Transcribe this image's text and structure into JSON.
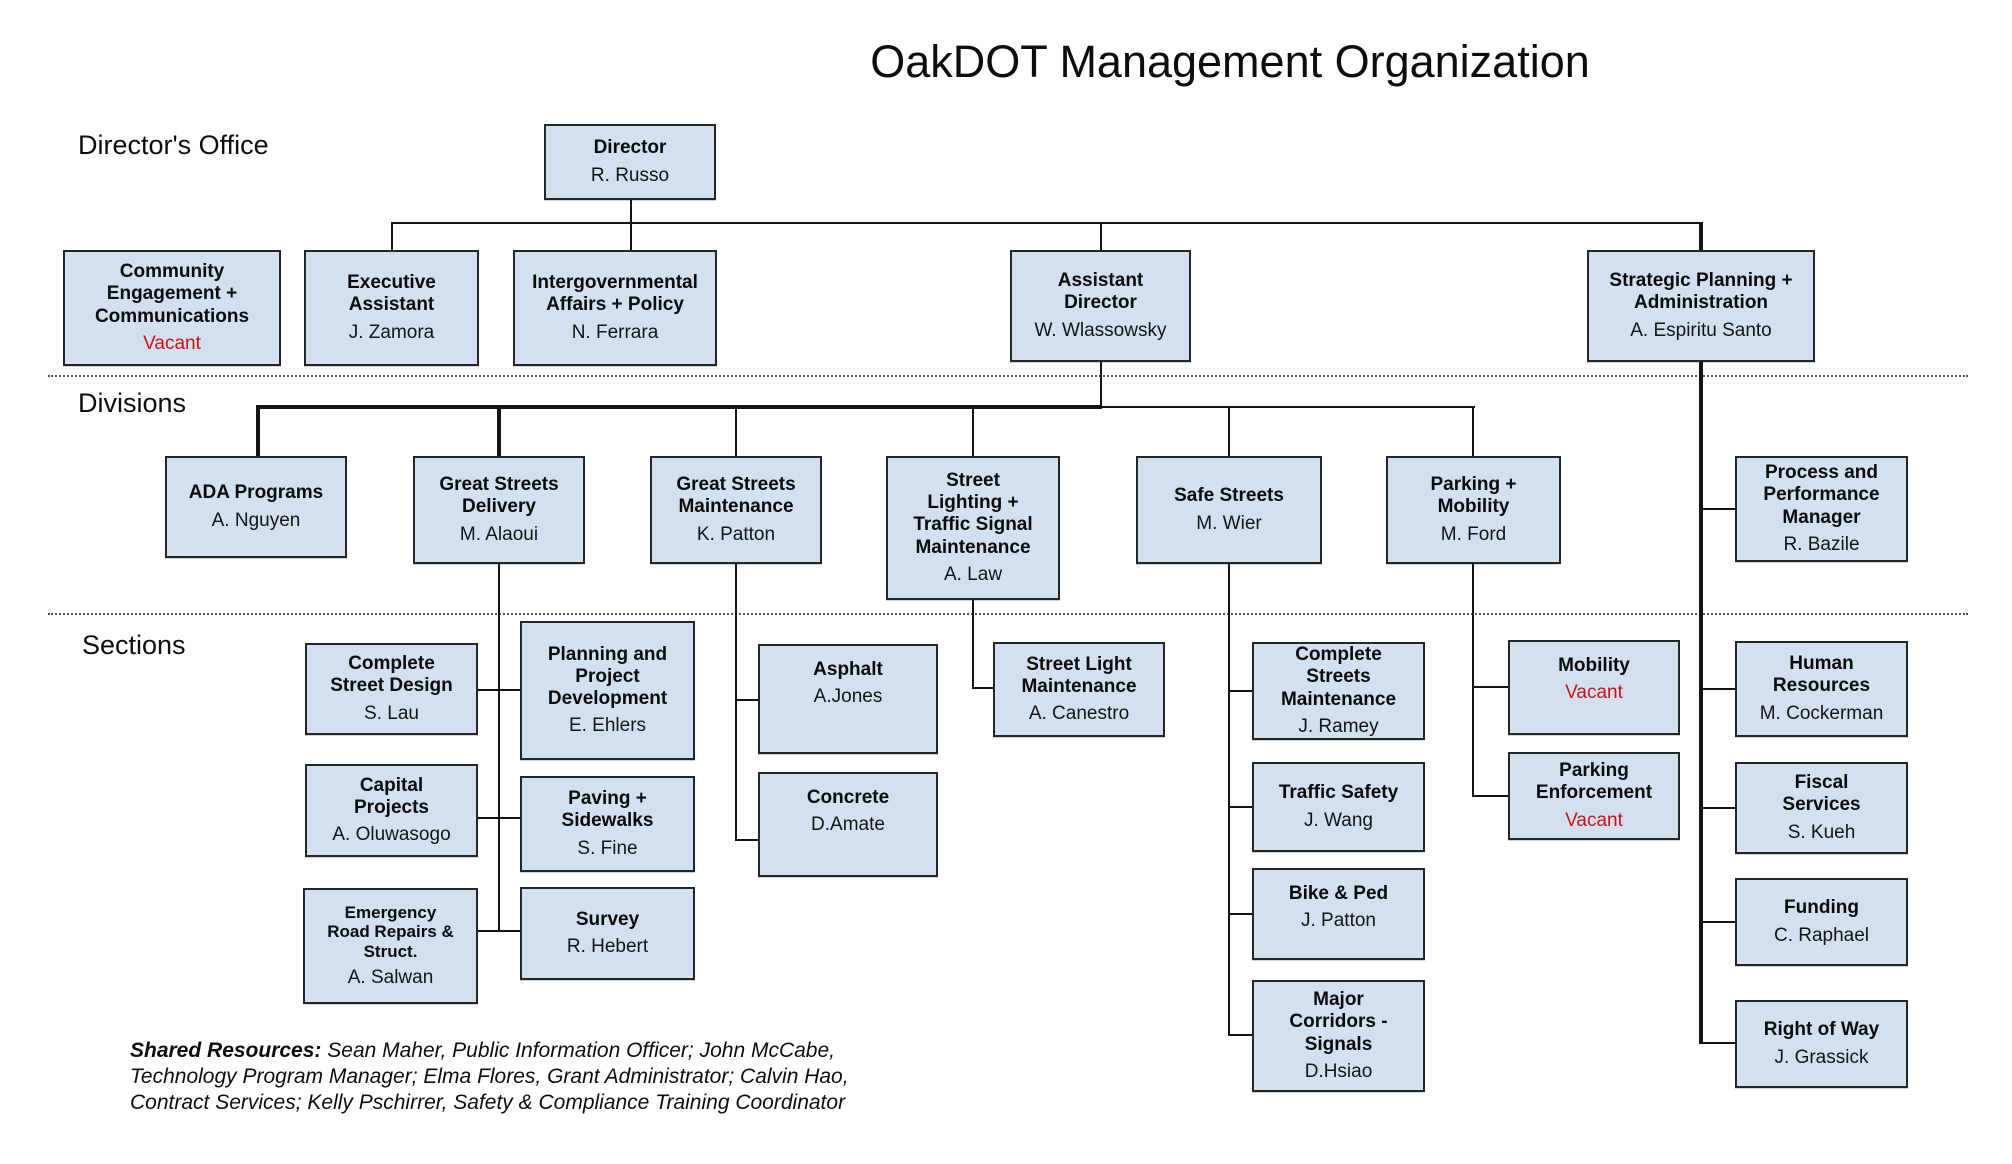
{
  "title": "OakDOT Management Organization",
  "zone_labels": {
    "directors_office": "Director's Office",
    "divisions": "Divisions",
    "sections": "Sections"
  },
  "colors": {
    "box_fill": "#d3e0f0",
    "box_border": "#262626",
    "connector_line": "#141414",
    "vacant_text": "#cc1111"
  },
  "units": {
    "director": {
      "title": "Director",
      "person": "R. Russo"
    },
    "community": {
      "title": "Community\nEngagement +\nCommunications",
      "person": "Vacant",
      "vacant": true
    },
    "exec_assistant": {
      "title": "Executive\nAssistant",
      "person": "J. Zamora"
    },
    "intergov": {
      "title": "Intergovernmental\nAffairs + Policy",
      "person": "N. Ferrara"
    },
    "asst_director": {
      "title": "Assistant\nDirector",
      "person": "W. Wlassowsky"
    },
    "strategic": {
      "title": "Strategic Planning +\nAdministration",
      "person": "A. Espiritu Santo"
    },
    "ada": {
      "title": "ADA Programs",
      "person": "A. Nguyen"
    },
    "gs_delivery": {
      "title": "Great Streets\nDelivery",
      "person": "M. Alaoui"
    },
    "gs_maintenance": {
      "title": "Great Streets\nMaintenance",
      "person": "K. Patton"
    },
    "street_lighting": {
      "title": "Street\nLighting +\nTraffic Signal\nMaintenance",
      "person": "A. Law"
    },
    "safe_streets": {
      "title": "Safe Streets",
      "person": "M. Wier"
    },
    "parking_mobility": {
      "title": "Parking +\nMobility",
      "person": "M. Ford"
    },
    "process_perf": {
      "title": "Process and\nPerformance\nManager",
      "person": "R. Bazile"
    },
    "complete_street_design": {
      "title": "Complete\nStreet Design",
      "person": "S. Lau"
    },
    "planning_project": {
      "title": "Planning and\nProject\nDevelopment",
      "person": "E. Ehlers"
    },
    "capital_projects": {
      "title": "Capital\nProjects",
      "person": "A. Oluwasogo"
    },
    "paving_sidewalks": {
      "title": "Paving +\nSidewalks",
      "person": "S. Fine"
    },
    "emergency_road": {
      "title": "Emergency\nRoad Repairs &\nStruct.",
      "person": "A. Salwan"
    },
    "survey": {
      "title": "Survey",
      "person": "R. Hebert"
    },
    "asphalt": {
      "title": "Asphalt",
      "person": "A.Jones"
    },
    "concrete": {
      "title": "Concrete",
      "person": "D.Amate"
    },
    "street_light_maint": {
      "title": "Street Light\nMaintenance",
      "person": "A. Canestro"
    },
    "complete_streets_maint": {
      "title": "Complete\nStreets\nMaintenance",
      "person": "J. Ramey"
    },
    "traffic_safety": {
      "title": "Traffic Safety",
      "person": "J. Wang"
    },
    "bike_ped": {
      "title": "Bike & Ped",
      "person": "J. Patton"
    },
    "major_corridors": {
      "title": "Major\nCorridors -\nSignals",
      "person": "D.Hsiao"
    },
    "mobility": {
      "title": "Mobility",
      "person": "Vacant",
      "vacant": true
    },
    "parking_enforcement": {
      "title": "Parking\nEnforcement",
      "person": "Vacant",
      "vacant": true
    },
    "human_resources": {
      "title": "Human\nResources",
      "person": "M. Cockerman"
    },
    "fiscal_services": {
      "title": "Fiscal\nServices",
      "person": "S. Kueh"
    },
    "funding": {
      "title": "Funding",
      "person": "C. Raphael"
    },
    "right_of_way": {
      "title": "Right of Way",
      "person": "J. Grassick"
    }
  },
  "shared_resources": {
    "label": "Shared Resources:",
    "text": " Sean Maher, Public Information Officer; John McCabe,\nTechnology Program Manager; Elma Flores, Grant Administrator; Calvin Hao,\nContract Services; Kelly Pschirrer, Safety & Compliance Training Coordinator"
  }
}
